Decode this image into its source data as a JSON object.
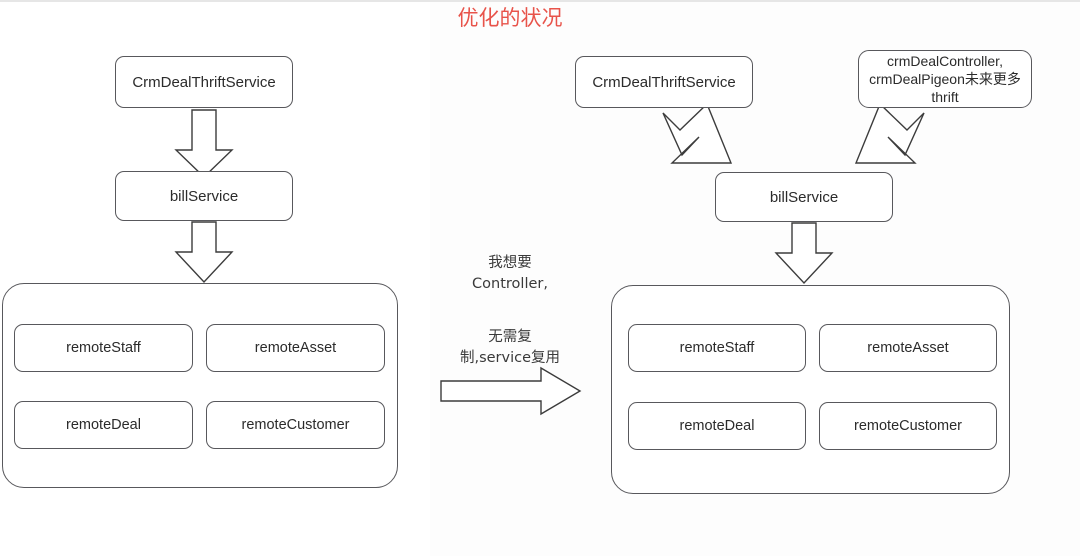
{
  "title": {
    "text": "优化的状况",
    "color": "#e8534a"
  },
  "colors": {
    "title_red": "#e8534a",
    "box_stroke": "#58585c",
    "arrow_stroke": "#3c3c3c",
    "text": "#2b2b2b",
    "background": "#ffffff",
    "top_rule": "#e6e6e6"
  },
  "left_diagram": {
    "label": "current-architecture",
    "nodes": {
      "thrift_service": "CrmDealThriftService",
      "bill_service": "billService"
    },
    "group": {
      "label": "remote-services-group",
      "items": [
        "remoteStaff",
        "remoteAsset",
        "remoteDeal",
        "remoteCustomer"
      ]
    },
    "arrows": [
      "down-arrow-thrift-to-bill",
      "down-arrow-bill-to-group"
    ]
  },
  "middle_notes": {
    "want_controller_line1": "我想要",
    "want_controller_line2": "Controller,",
    "reuse_line1": "无需复",
    "reuse_line2": "制,service复用",
    "arrow": "right-block-arrow"
  },
  "right_diagram": {
    "label": "optimized-architecture",
    "nodes": {
      "thrift_service": "CrmDealThriftService",
      "controller_line1": "crmDealController,",
      "controller_line2": "crmDealPigeon未来更多",
      "controller_line3": "thrift",
      "bill_service": "billService"
    },
    "group": {
      "label": "remote-services-group",
      "items": [
        "remoteStaff",
        "remoteAsset",
        "remoteDeal",
        "remoteCustomer"
      ]
    },
    "arrows": [
      "diagonal-arrow-thrift-to-bill",
      "diagonal-arrow-controller-to-bill",
      "down-arrow-bill-to-group"
    ]
  }
}
